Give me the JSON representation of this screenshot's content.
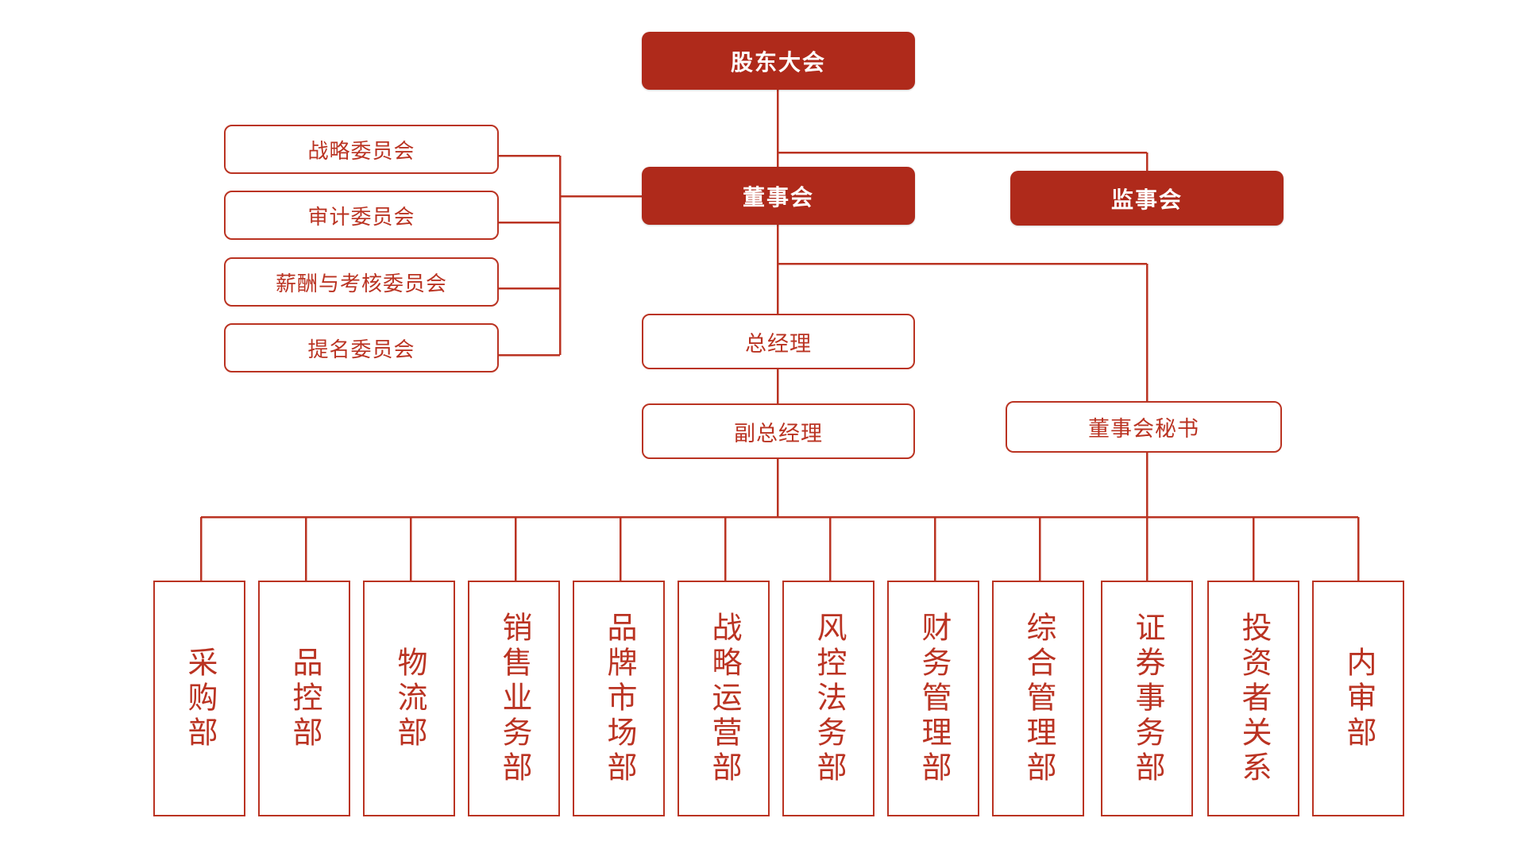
{
  "chart": {
    "type": "org-chart",
    "title": "",
    "colors": {
      "fill": "#AF2A1B",
      "line": "#BA3322",
      "text_on_fill": "#FFFFFF",
      "text_outline": "#BA3322",
      "background": "#FFFFFF"
    },
    "levels": {
      "shareholders": {
        "label": "股东大会"
      },
      "board": {
        "label": "董事会"
      },
      "supervisors": {
        "label": "监事会"
      },
      "general_manager": {
        "label": "总经理"
      },
      "deputy_general_manager": {
        "label": "副总经理"
      },
      "board_secretary": {
        "label": "董事会秘书"
      }
    },
    "committees": [
      {
        "label": "战略委员会"
      },
      {
        "label": "审计委员会"
      },
      {
        "label": "薪酬与考核委员会"
      },
      {
        "label": "提名委员会"
      }
    ],
    "departments": [
      {
        "label": "采购部"
      },
      {
        "label": "品控部"
      },
      {
        "label": "物流部"
      },
      {
        "label": "销售业务部"
      },
      {
        "label": "品牌市场部"
      },
      {
        "label": "战略运营部"
      },
      {
        "label": "风控法务部"
      },
      {
        "label": "财务管理部"
      },
      {
        "label": "综合管理部"
      },
      {
        "label": "证券事务部"
      },
      {
        "label": "投资者关系"
      },
      {
        "label": "内审部"
      }
    ]
  }
}
